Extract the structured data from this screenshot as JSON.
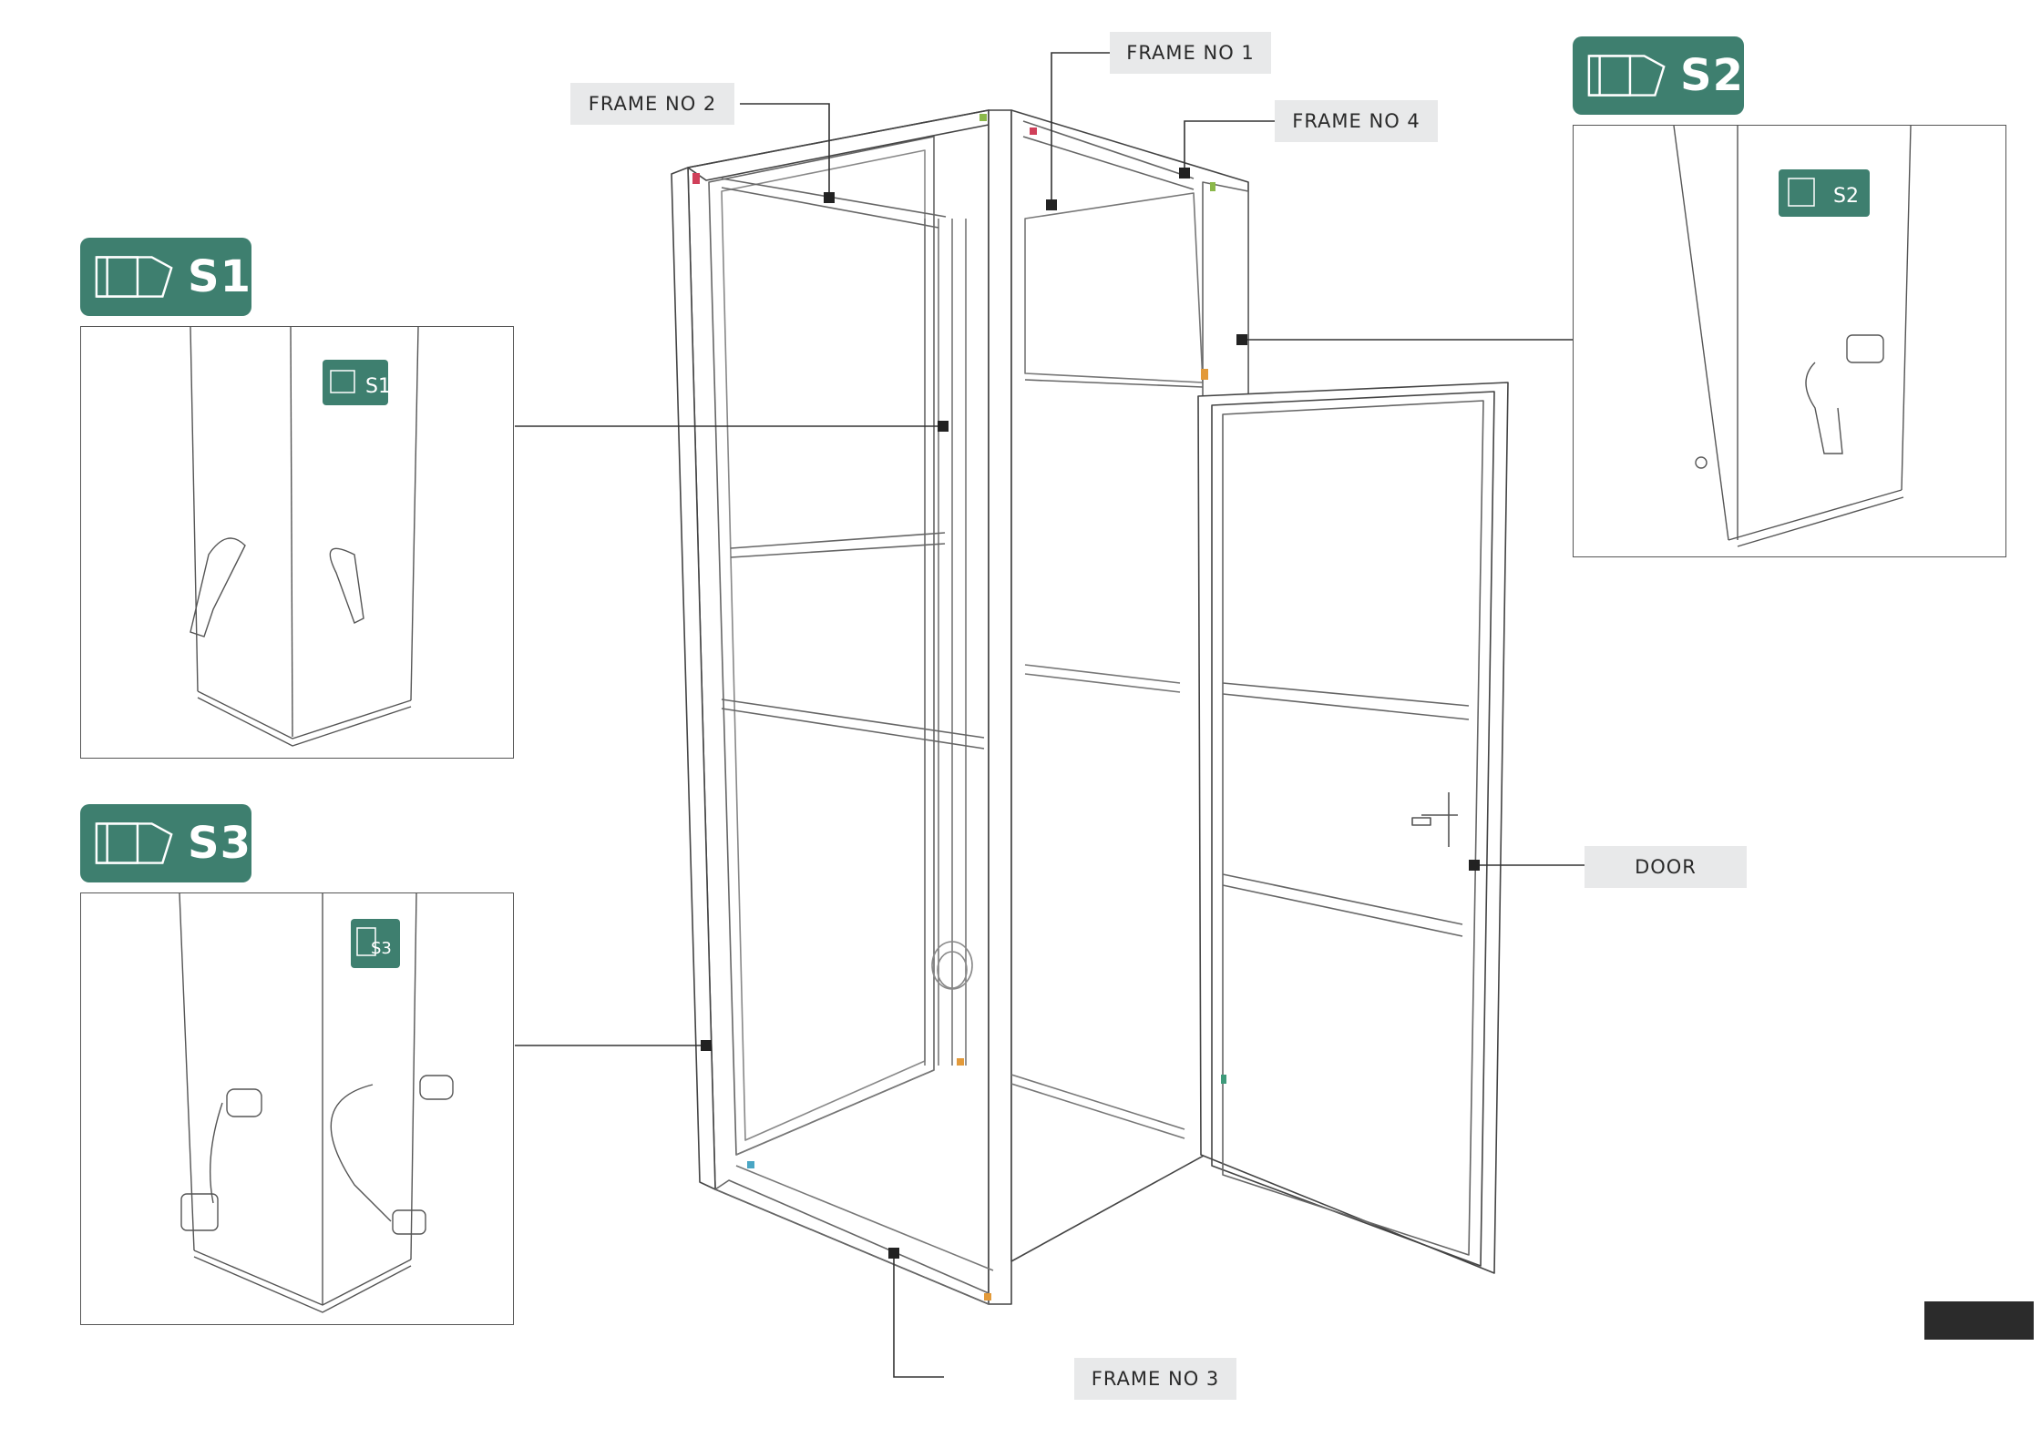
{
  "callouts": {
    "frame1": "FRAME NO 1",
    "frame2": "FRAME NO 2",
    "frame3": "FRAME NO 3",
    "frame4": "FRAME NO 4",
    "door": "DOOR"
  },
  "badges": {
    "s1": "S1",
    "s2": "S2",
    "s3": "S3"
  },
  "colors": {
    "badge": "#3e7f6f",
    "callout_bg": "#e8e9ea",
    "page_tab": "#2b2b2b"
  }
}
